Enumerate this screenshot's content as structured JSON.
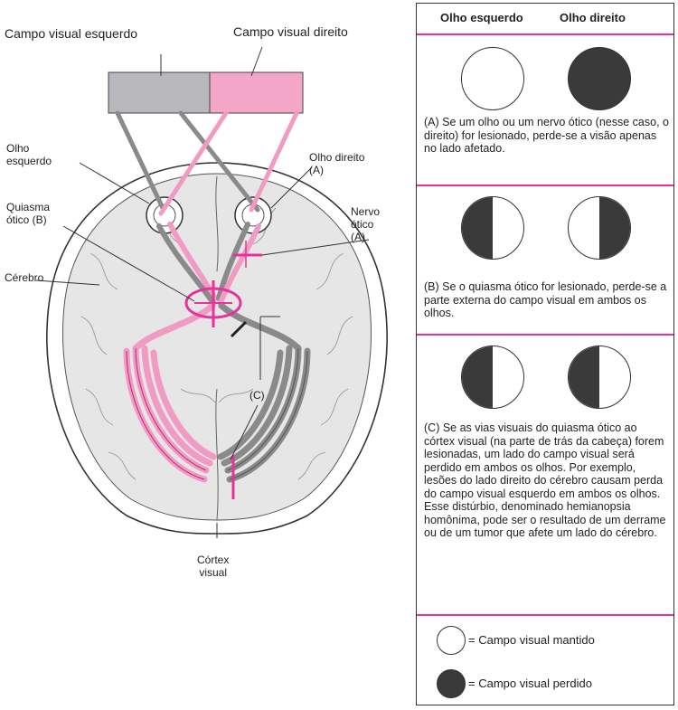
{
  "diagram": {
    "labels": {
      "left_field": "Campo visual esquerdo",
      "right_field": "Campo visual direito",
      "left_eye": "Olho\nesquerdo",
      "right_eye": "Olho direito\n(A)",
      "chiasm": "Quiasma\nótico (B)",
      "optic_nerve": "Nervo\nótico\n(A)",
      "brain": "Cérebro",
      "tract_c": "(C)",
      "visual_cortex": "Córtex\nvisual"
    },
    "colors": {
      "left_field": "#b9b9bd",
      "right_field": "#f4a6c8",
      "pink": "#e8329a",
      "pink_light": "#f19ac3",
      "gray_path": "#8a8a8a",
      "brain": "#e6e6e6"
    }
  },
  "panel": {
    "header_left": "Olho esquerdo",
    "header_right": "Olho direito",
    "sections": [
      {
        "text": "(A) Se um olho ou um nervo ótico (nesse caso, o direito) for lesionado, perde-se a visão apenas no lado afetado."
      },
      {
        "text": "(B) Se o quiasma ótico for lesionado, perde-se a parte externa do campo visual em ambos os olhos."
      },
      {
        "text": "(C) Se as vias visuais do quiasma ótico ao córtex visual (na parte de trás da cabeça) forem lesionadas, um lado do campo visual será perdido em ambos os olhos. Por exemplo, lesões do lado direito do cérebro causam perda do campo visual esquerdo em ambos os olhos. Esse distúrbio, denominado hemianopsia homônima, pode ser o resultado de um derrame ou de um tumor que afete um lado do cérebro."
      }
    ],
    "legend": {
      "kept": "= Campo visual mantido",
      "lost": "= Campo visual perdido"
    }
  }
}
